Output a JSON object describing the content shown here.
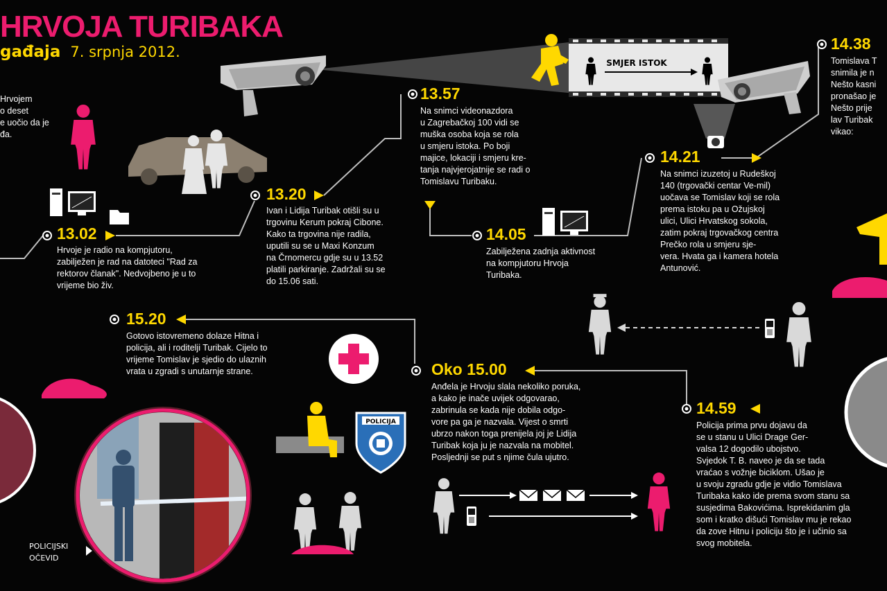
{
  "header": {
    "title": "HRVOJA TURIBAKA",
    "subtitle": "gađaja",
    "date": "7. srpnja 2012."
  },
  "street_label": "SMJER ISTOK",
  "police_badge_text": "POLICIJA",
  "photo_caption": "POLICIJSKI\nOČEVID",
  "events": [
    {
      "id": "e1302",
      "time": "13.02",
      "text": "Hrvoje je radio na kompjutoru,\nzabilježen je rad na datoteci \"Rad za\nrektorov članak\". Nedvojbeno je u to\nvrijeme bio živ."
    },
    {
      "id": "e1320",
      "time": "13.20",
      "text": "Ivan i Lidija Turibak otišli su u\ntrgovinu Kerum pokraj Cibone.\nKako ta trgovina nije radila,\nuputili su se u Maxi Konzum\nna Črnomercu gdje su u 13.52\nplatili parkiranje. Zadržali su se\ndo 15.06 sati."
    },
    {
      "id": "e1357",
      "time": "13.57",
      "text": "Na snimci videonazdora\nu Zagrebačkoj 100 vidi se\nmuška osoba koja se rola\nu smjeru istoka. Po boji\nmajice, lokaciji i smjeru kre-\ntanja najvjerojatnije se radi o\nTomislavu Turibaku."
    },
    {
      "id": "e1405",
      "time": "14.05",
      "text": "Zabilježena zadnja aktivnost\nna kompjutoru Hrvoja\nTuribaka."
    },
    {
      "id": "e1421",
      "time": "14.21",
      "text": "Na snimci izuzetoj u Rudeškoj\n140 (trgovački centar Ve-mil)\nuočava se Tomislav koji se rola\nprema istoku pa u Ožujskoj\nulici, Ulici Hrvatskog sokola,\nzatim pokraj trgovačkog centra\nPrečko rola u smjeru sje-\nvera. Hvata ga i kamera hotela\nAntunović."
    },
    {
      "id": "e1438",
      "time": "14.38",
      "text": "Tomislava T\nsnimila je n\nNešto kasni\npronašao je\nNešto prije\nlav Turibak\nvikao:"
    },
    {
      "id": "e1459",
      "time": "14.59",
      "text": "Policija prima prvu dojavu da\nse u stanu u Ulici Drage Ger-\nvalsa 12 dogodilo ubojstvo.\nSvjedok T. B. naveo je da se tada\nvraćao s vožnje biciklom. Ušao je\nu svoju zgradu gdje je vidio Tomislava\nTuribaka kako ide prema svom stanu sa\nsusjedima Bakovićima. Isprekidanim gla\nsom i kratko dišući Tomislav mu je rekao\nda zove Hitnu i policiju što je i učinio sa\nsvog mobitela."
    },
    {
      "id": "e1500",
      "time": "Oko 15.00",
      "text": "Anđela je Hrvoju slala nekoliko poruka,\na kako je inače uvijek odgovarao,\nzabrinula se kada nije dobila odgo-\nvore pa ga je nazvala. Vijest o smrti\nubrzo nakon toga prenijela joj je Lidija\nTuribak koja ju je nazvala na mobitel.\nPosljednji se put s njime čula ujutro."
    },
    {
      "id": "e1520",
      "time": "15.20",
      "text": "Gotovo istovremeno dolaze Hitna i\npolicija, ali i roditelji Turibak. Cijelo to\nvrijeme Tomislav je sjedio do ulaznih\nvrata u zgradi s unutarnje strane."
    }
  ],
  "first_event": {
    "text": "Hrvojem\no deset\ne uočio da je\nđa."
  },
  "colors": {
    "background": "#050505",
    "accent_pink": "#ec1c6e",
    "accent_yellow": "#ffd800",
    "line_gray": "#bfbfbf",
    "figure_gray": "#d9d9d9",
    "car_tan": "#8c8070"
  }
}
